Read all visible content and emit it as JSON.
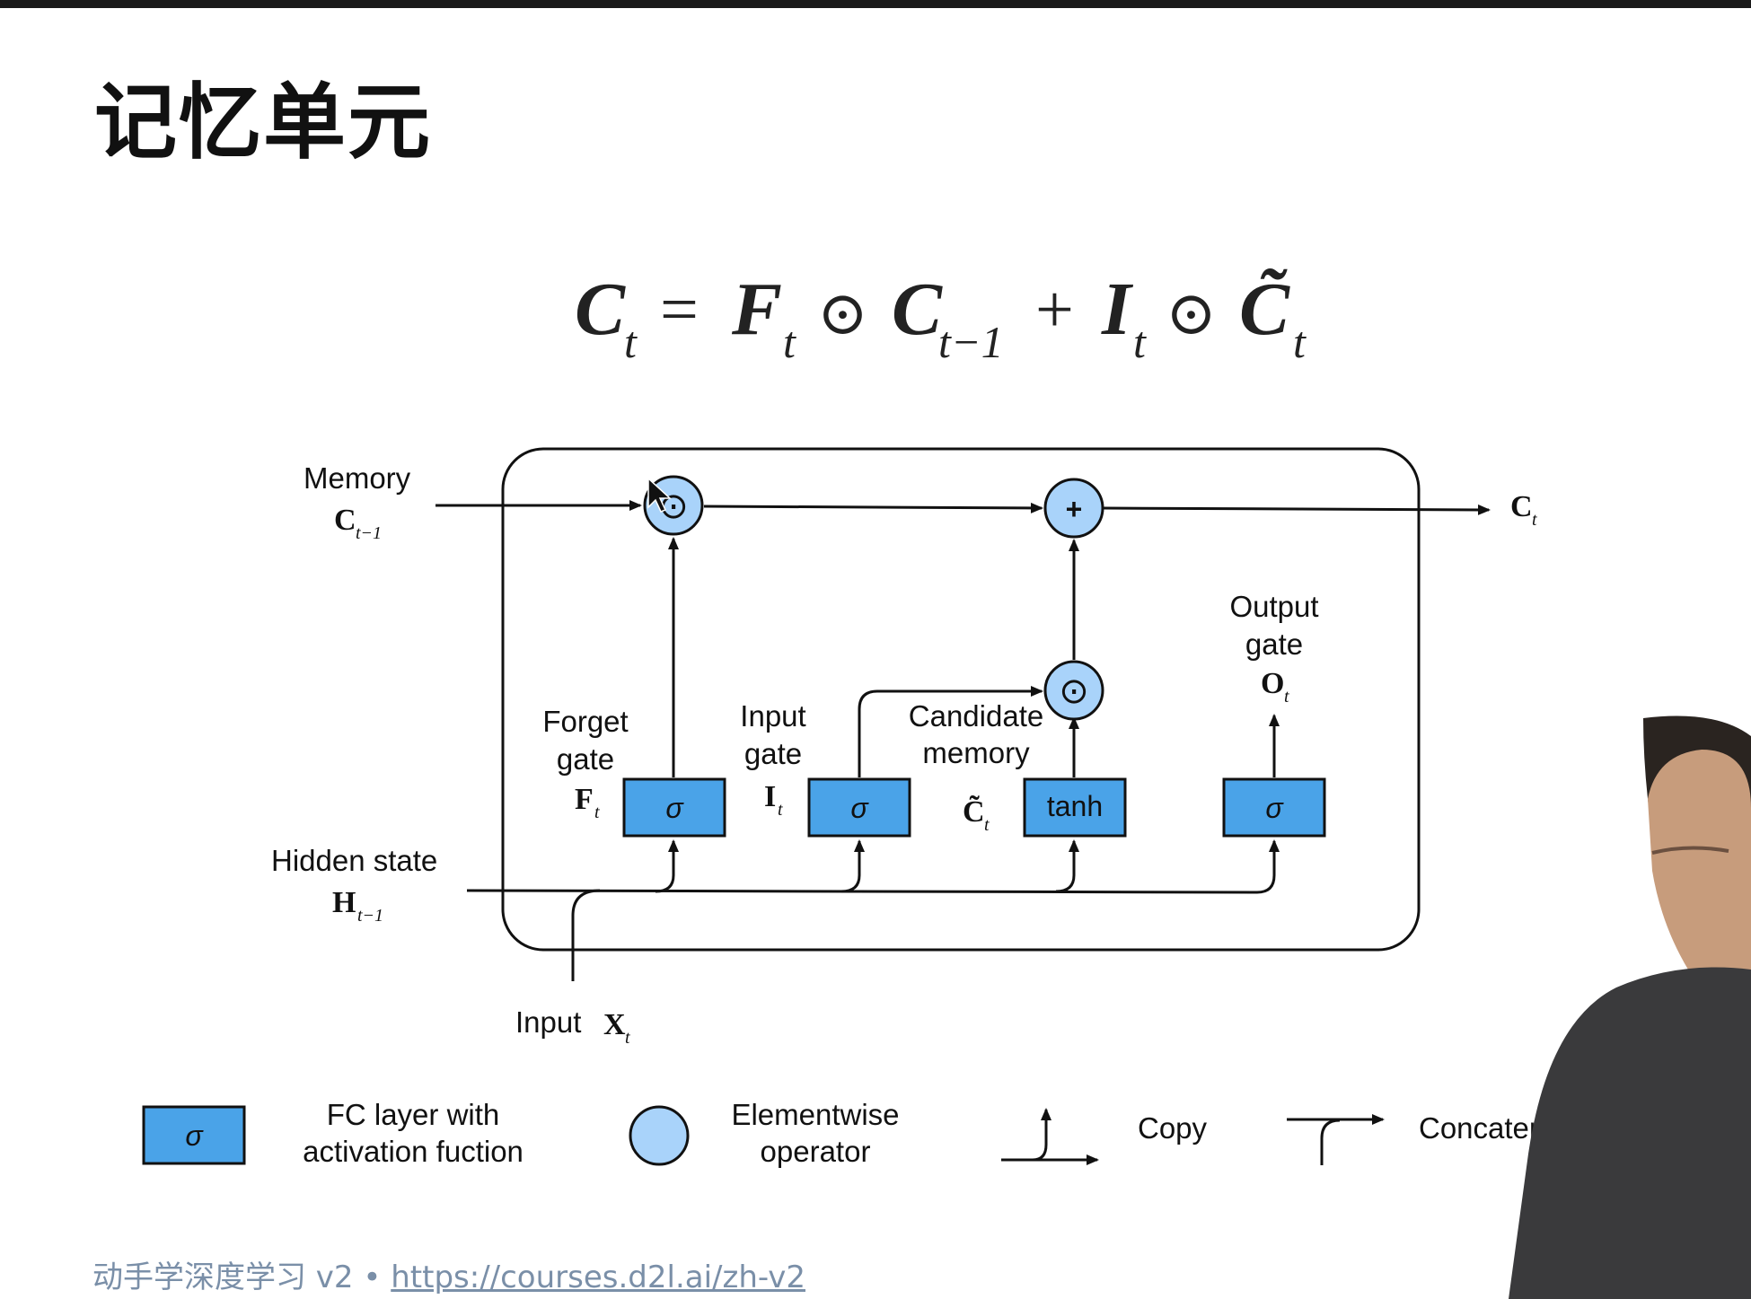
{
  "title": "记忆单元",
  "equation": {
    "lhs": "C",
    "lhs_sub": "t",
    "eq": "=",
    "t1": "F",
    "t1_sub": "t",
    "op1": "⊙",
    "t2": "C",
    "t2_sub": "t−1",
    "plus": "+",
    "t3": "I",
    "t3_sub": "t",
    "op2": "⊙",
    "t4": "C̃",
    "t4_sub": "t"
  },
  "diagram": {
    "memory_label": "Memory",
    "memory_sym": "C",
    "memory_sub": "t−1",
    "output_sym": "C",
    "output_sub": "t",
    "hidden_label": "Hidden state",
    "hidden_sym": "H",
    "hidden_sub": "t−1",
    "input_label": "Input",
    "input_sym": "X",
    "input_sub": "t",
    "forget": {
      "line1": "Forget",
      "line2": "gate",
      "sym": "F",
      "sub": "t",
      "box": "σ"
    },
    "input_gate": {
      "line1": "Input",
      "line2": "gate",
      "sym": "I",
      "sub": "t",
      "box": "σ"
    },
    "candidate": {
      "line1": "Candidate",
      "line2": "memory",
      "sym": "C̃",
      "sub": "t",
      "box": "tanh"
    },
    "output_gate": {
      "line1": "Output",
      "line2": "gate",
      "sym": "O",
      "sub": "t",
      "box": "σ"
    },
    "plus_op": "+",
    "dot_op": "⊙"
  },
  "legend": {
    "fc_box": "σ",
    "fc_line1": "FC layer with",
    "fc_line2": "activation fuction",
    "elem_line1": "Elementwise",
    "elem_line2": "operator",
    "copy": "Copy",
    "concat": "Concaten"
  },
  "footer": {
    "text": "动手学深度学习 v2 • ",
    "link": "https://courses.d2l.ai/zh-v2"
  },
  "colors": {
    "box_fill": "#4aa3e8",
    "circle_fill": "#a9d3fa",
    "footer_text": "#7a8fa8"
  }
}
